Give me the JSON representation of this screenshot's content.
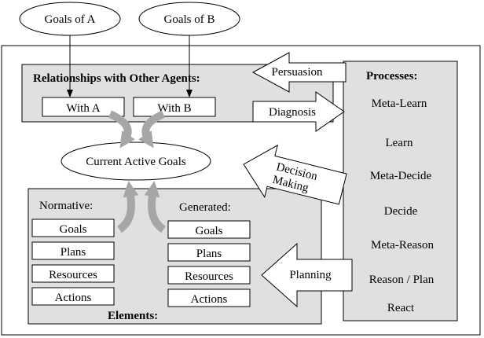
{
  "top_nodes": {
    "goals_a": "Goals of A",
    "goals_b": "Goals of B"
  },
  "relationships": {
    "title": "Relationships with Other Agents:",
    "with_a": "With A",
    "with_b": "With B"
  },
  "current_goals": "Current Active Goals",
  "elements": {
    "title": "Elements:",
    "normative": {
      "label": "Normative:",
      "items": [
        "Goals",
        "Plans",
        "Resources",
        "Actions"
      ]
    },
    "generated": {
      "label": "Generated:",
      "items": [
        "Goals",
        "Plans",
        "Resources",
        "Actions"
      ]
    }
  },
  "processes": {
    "title": "Processes:",
    "items": [
      "Meta-Learn",
      "Learn",
      "Meta-Decide",
      "Decide",
      "Meta-Reason",
      "Reason / Plan",
      "React"
    ]
  },
  "arrows": {
    "persuasion": "Persuasion",
    "diagnosis": "Diagnosis",
    "decision_line1": "Decision",
    "decision_line2": "Making",
    "planning": "Planning"
  },
  "colors": {
    "panel_fill": "#e0e0e0",
    "curved_arrow": "#a6a6a6",
    "line": "#000000"
  }
}
